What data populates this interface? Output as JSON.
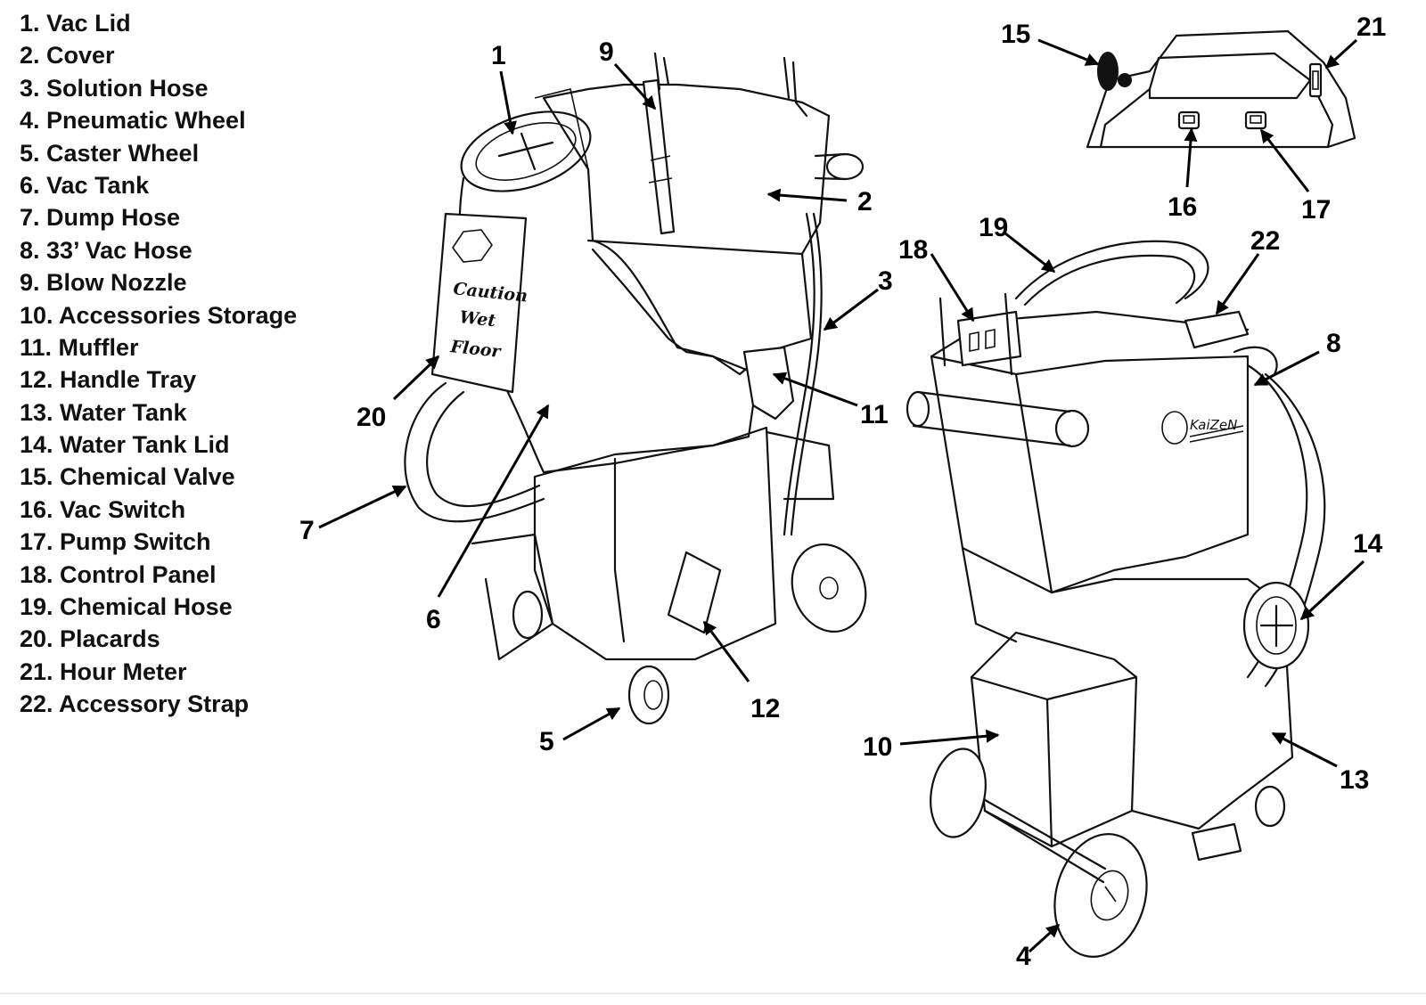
{
  "legend": [
    {
      "num": "1",
      "label": "1. Vac Lid"
    },
    {
      "num": "2",
      "label": "2. Cover"
    },
    {
      "num": "3",
      "label": "3. Solution Hose"
    },
    {
      "num": "4",
      "label": "4. Pneumatic Wheel"
    },
    {
      "num": "5",
      "label": "5. Caster Wheel"
    },
    {
      "num": "6",
      "label": "6. Vac Tank"
    },
    {
      "num": "7",
      "label": "7. Dump Hose"
    },
    {
      "num": "8",
      "label": "8. 33’ Vac Hose"
    },
    {
      "num": "9",
      "label": "9. Blow Nozzle"
    },
    {
      "num": "10",
      "label": "10. Accessories Storage"
    },
    {
      "num": "11",
      "label": "11. Muffler"
    },
    {
      "num": "12",
      "label": "12. Handle Tray"
    },
    {
      "num": "13",
      "label": "13. Water Tank"
    },
    {
      "num": "14",
      "label": "14. Water Tank Lid"
    },
    {
      "num": "15",
      "label": "15. Chemical Valve"
    },
    {
      "num": "16",
      "label": "16. Vac Switch"
    },
    {
      "num": "17",
      "label": "17. Pump Switch"
    },
    {
      "num": "18",
      "label": "18. Control Panel"
    },
    {
      "num": "19",
      "label": "19. Chemical Hose"
    },
    {
      "num": "20",
      "label": "20. Placards"
    },
    {
      "num": "21",
      "label": "21. Hour Meter"
    },
    {
      "num": "22",
      "label": "22. Accessory Strap"
    }
  ],
  "callouts": {
    "c1": "1",
    "c2": "2",
    "c3": "3",
    "c4": "4",
    "c5": "5",
    "c6": "6",
    "c7": "7",
    "c8": "8",
    "c9": "9",
    "c10": "10",
    "c11": "11",
    "c12": "12",
    "c13": "13",
    "c14": "14",
    "c15": "15",
    "c16": "16",
    "c17": "17",
    "c18": "18",
    "c19": "19",
    "c20": "20",
    "c21": "21",
    "c22": "22"
  },
  "placard": {
    "line1": "Caution",
    "line2": "Wet",
    "line3": "Floor"
  },
  "brand": {
    "logo_text": "KaiZeN"
  },
  "colors": {
    "ink": "#111111",
    "background": "#ffffff"
  }
}
